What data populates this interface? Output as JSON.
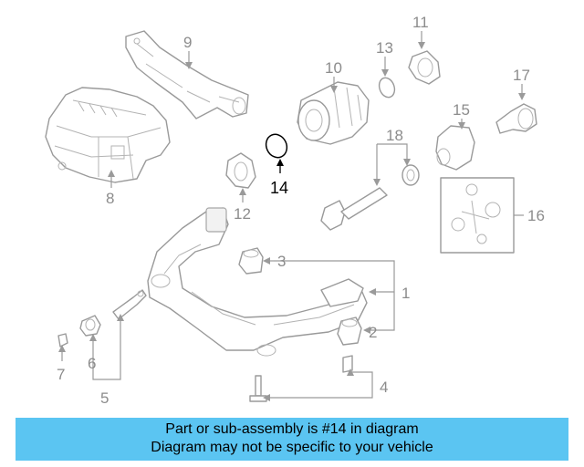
{
  "labels": {
    "p1": "1",
    "p2": "2",
    "p3": "3",
    "p4": "4",
    "p5": "5",
    "p6": "6",
    "p7": "7",
    "p8": "8",
    "p9": "9",
    "p10": "10",
    "p11": "11",
    "p12": "12",
    "p13": "13",
    "p14": "14",
    "p15": "15",
    "p16": "16",
    "p17": "17",
    "p18": "18"
  },
  "highlight": {
    "part": "14"
  },
  "caption": {
    "line1": "Part or sub-assembly is #14 in diagram",
    "line2": "Diagram may not be specific to your vehicle"
  },
  "colors": {
    "caption_bg": "#5bc5f2",
    "part_stroke": "#9a9a9a",
    "label_text": "#8c8c8c",
    "highlight": "#000000"
  }
}
